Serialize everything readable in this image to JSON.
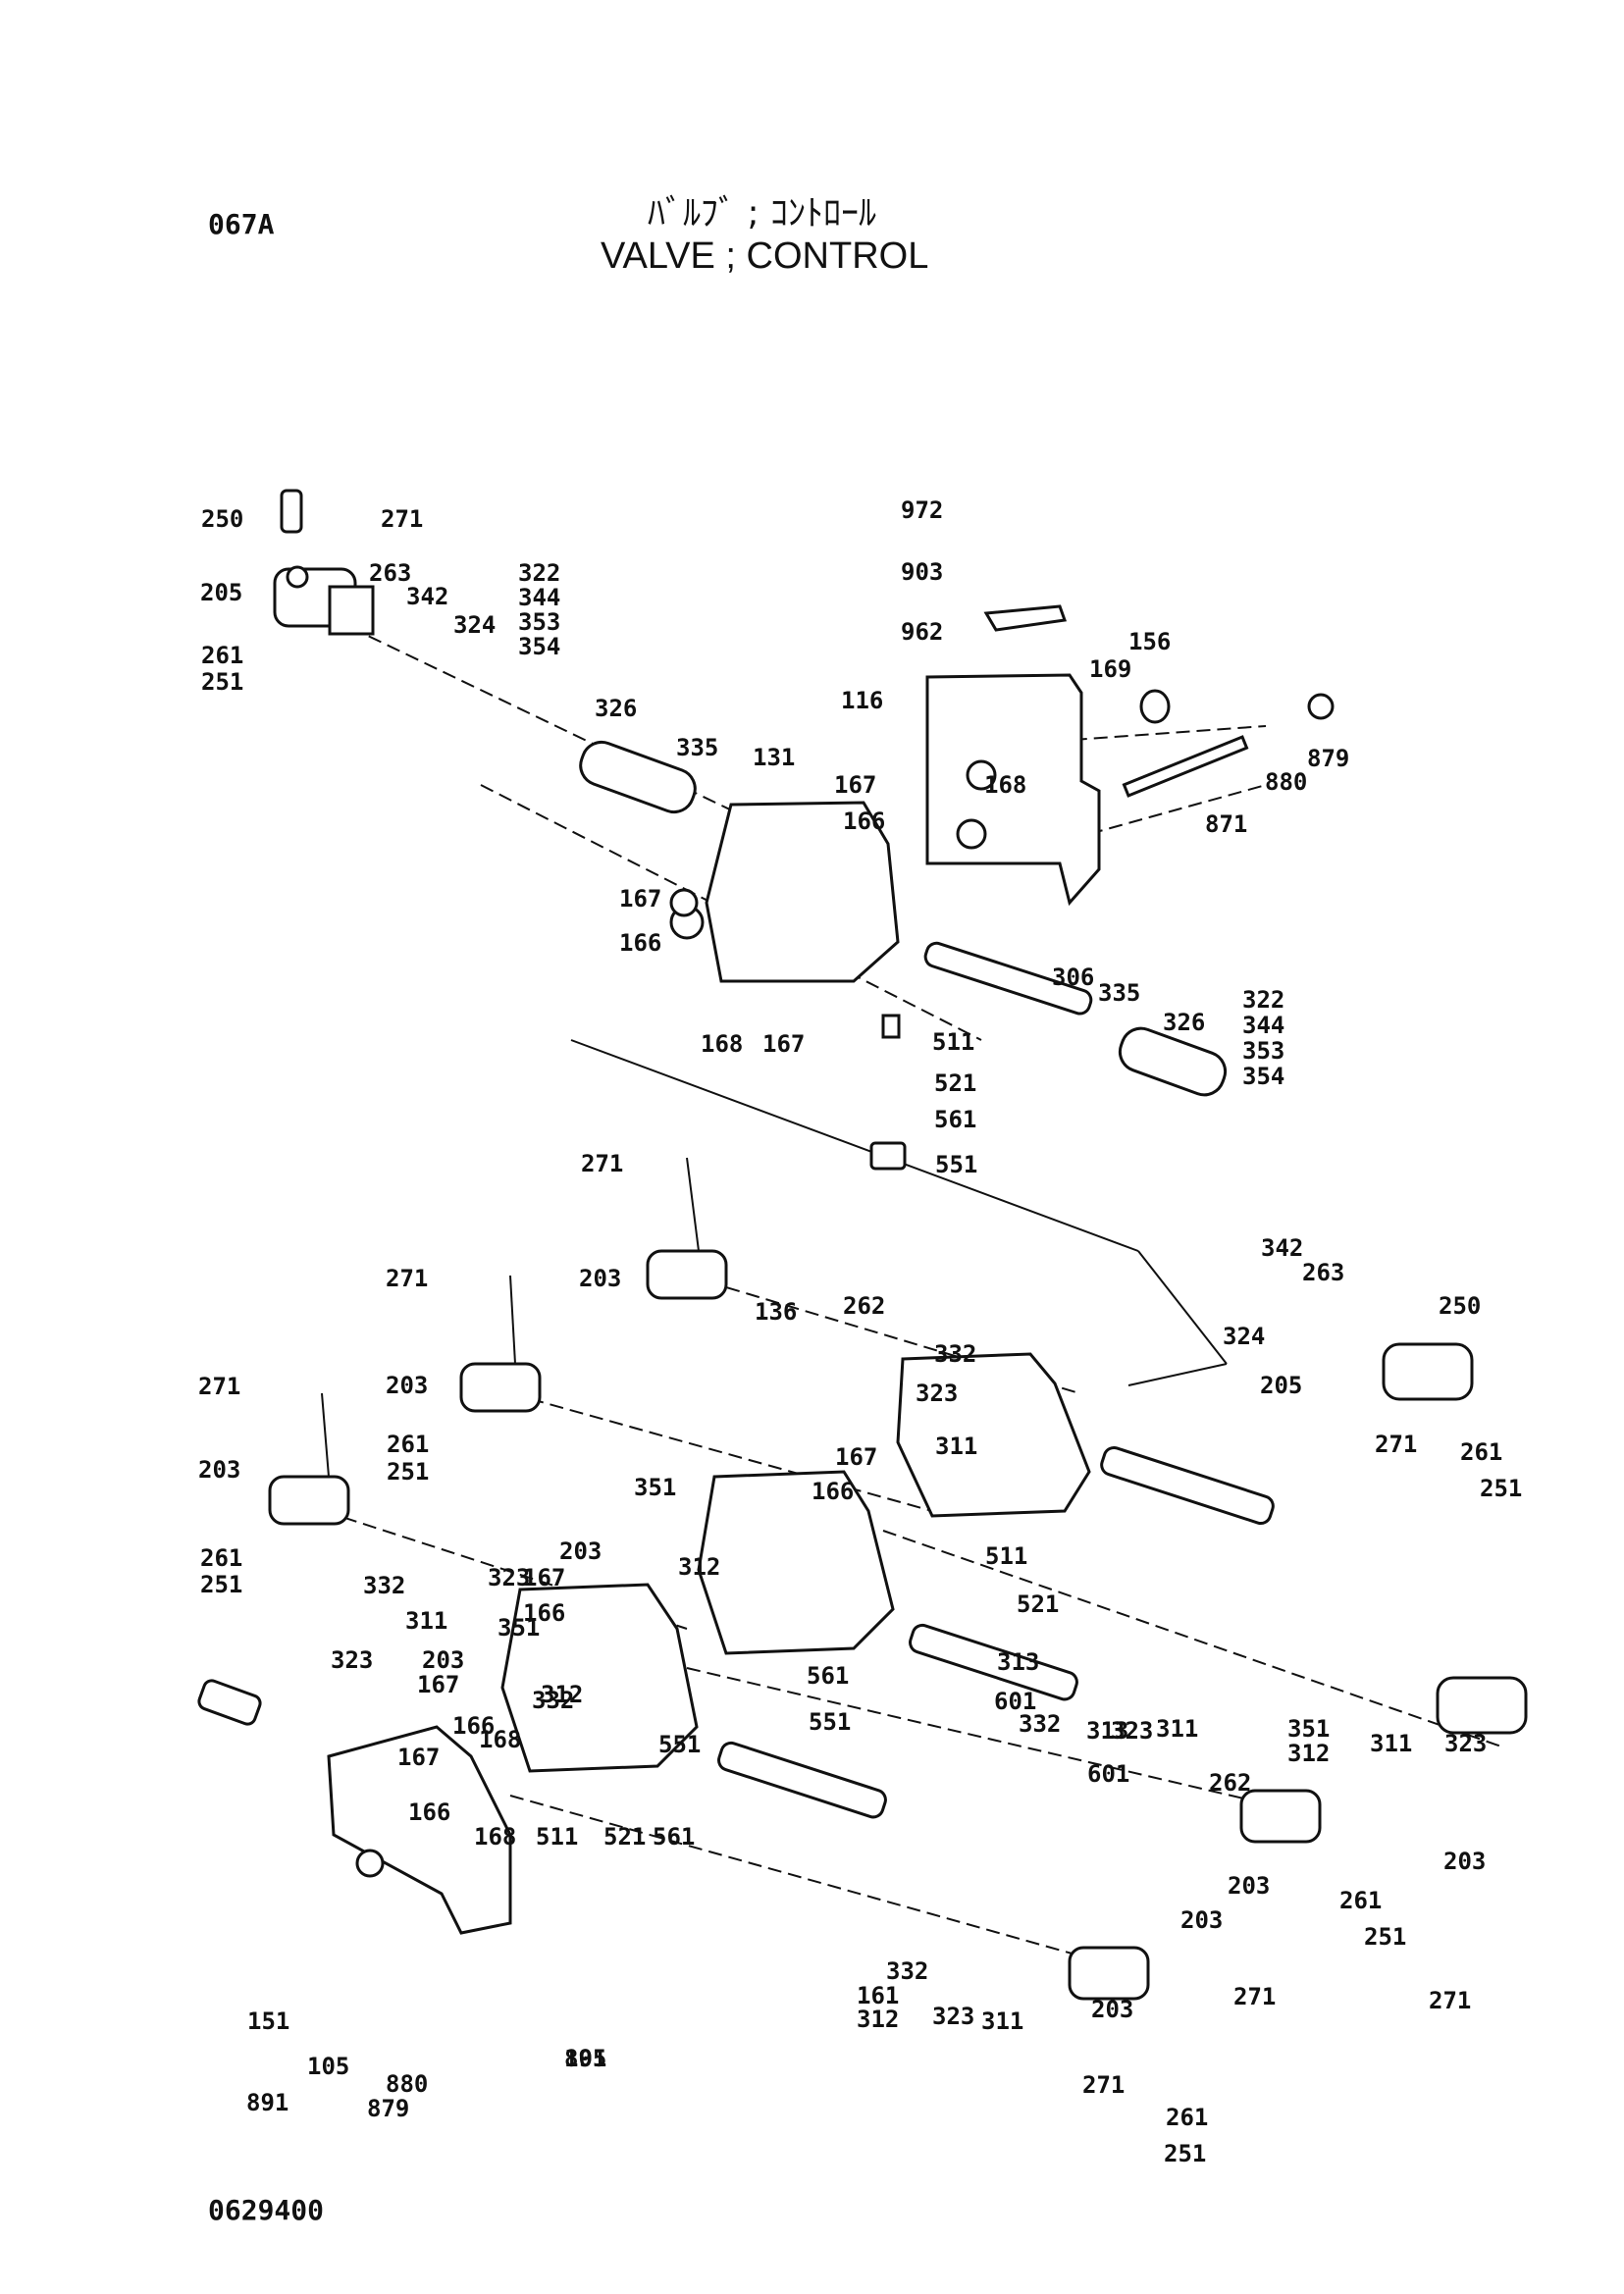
{
  "header": {
    "code": "067A",
    "title_jp": "ﾊﾞﾙﾌﾞ ; ｺﾝﾄﾛｰﾙ",
    "title_en": "VALVE ; CONTROL"
  },
  "footer": {
    "drawing_number": "0629400"
  },
  "callouts": [
    "250",
    "271",
    "205",
    "263",
    "342",
    "324",
    "322",
    "344",
    "353",
    "354",
    "261",
    "251",
    "326",
    "335",
    "131",
    "972",
    "903",
    "962",
    "156",
    "169",
    "116",
    "880",
    "879",
    "871",
    "167",
    "166",
    "168",
    "511",
    "521",
    "561",
    "551",
    "306",
    "203",
    "262",
    "136",
    "323",
    "332",
    "311",
    "351",
    "312",
    "313",
    "601",
    "161",
    "151",
    "105",
    "891"
  ]
}
